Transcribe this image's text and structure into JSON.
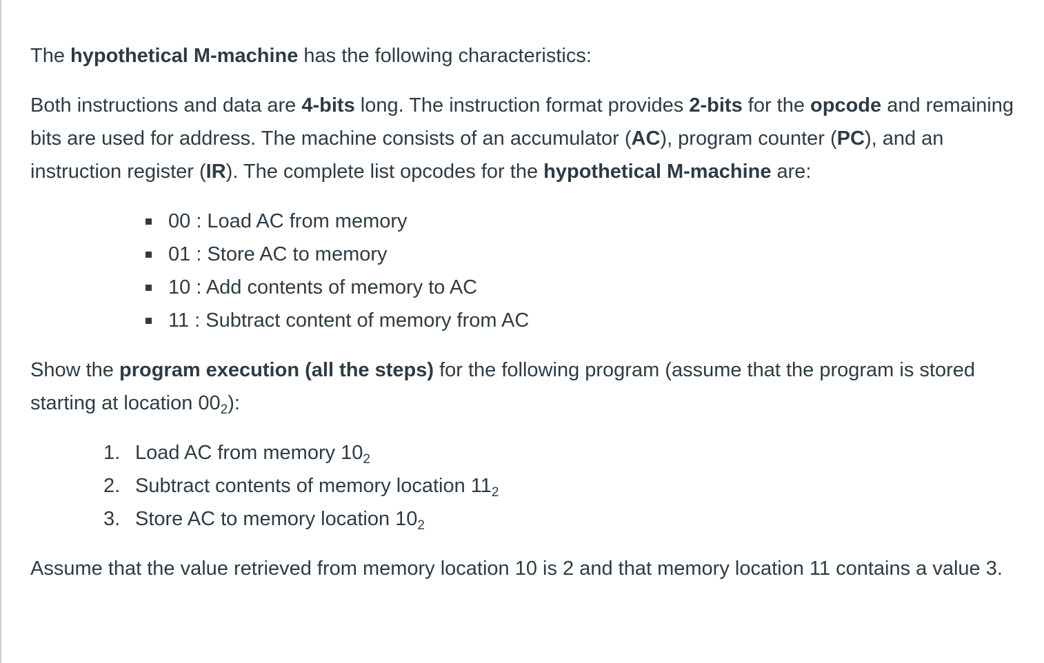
{
  "intro": {
    "t1": "The ",
    "b1": "hypothetical M-machine",
    "t2": " has the following characteristics:"
  },
  "desc": {
    "t1": "Both instructions and data are ",
    "b1": "4-bits",
    "t2": " long. The instruction format provides  ",
    "b2": "2-bits",
    "t3": " for the ",
    "b3": "opcode",
    "t4": " and remaining bits are used for address. The machine consists of an accumulator (",
    "b4": "AC",
    "t5": "), program counter (",
    "b5": "PC",
    "t6": "), and an instruction register (",
    "b6": "IR",
    "t7": "). The complete list opcodes for the ",
    "b7": "hypothetical M-machine",
    "t8": " are:"
  },
  "opcodes": [
    "00 : Load AC from memory",
    "01 : Store AC to memory",
    "10 : Add contents of memory to AC",
    "11 : Subtract content of memory from AC"
  ],
  "task": {
    "t1": "Show the ",
    "b1": "program execution (all the steps)",
    "t2": " for the following program (assume that the program is stored starting at location 00",
    "sub": "2",
    "t3": "):"
  },
  "program": [
    {
      "num": "1.",
      "text": "Load AC from memory 10",
      "sub": "2"
    },
    {
      "num": "2.",
      "text": "Subtract contents of memory location 11",
      "sub": "2"
    },
    {
      "num": "3.",
      "text": "Store AC to memory location 10",
      "sub": "2"
    }
  ],
  "assumption": "Assume that the value retrieved from memory location 10 is 2 and that memory location 11 contains a value 3."
}
